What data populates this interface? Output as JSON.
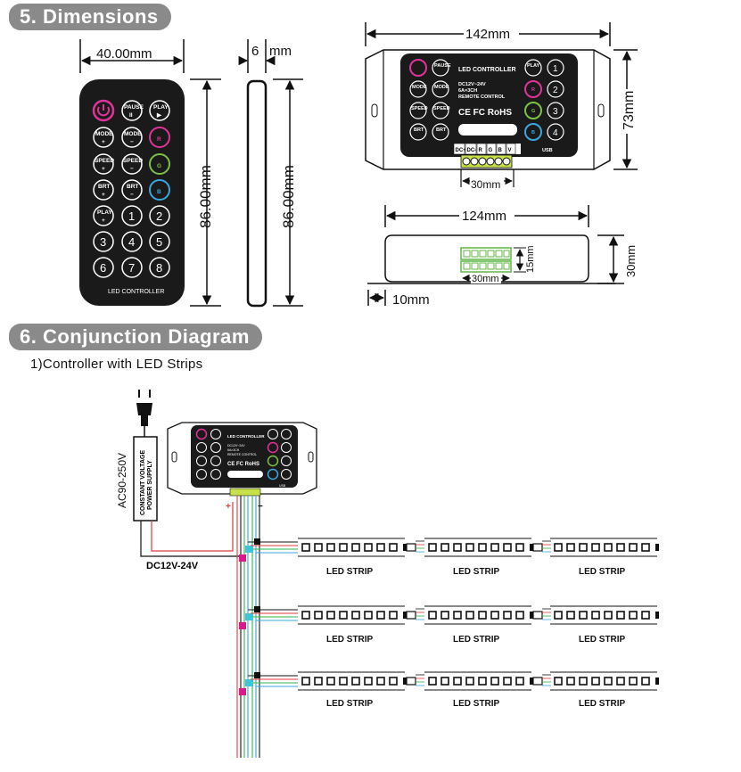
{
  "sections": {
    "dimensions_title": "5. Dimensions",
    "conjunction_title": "6. Conjunction Diagram",
    "conjunction_subtitle": "1)Controller with LED Strips"
  },
  "remote": {
    "width": "40.00mm",
    "height": "86.00mm",
    "side_depth": "6",
    "side_depth_unit": "mm",
    "side_height": "86.00mm",
    "label": "LED CONTROLLER",
    "buttons": {
      "pause": "PAUSE",
      "pause_sym": "II",
      "play": "PLAY",
      "play_sym": "▶",
      "mode": "MODE",
      "plus": "+",
      "minus": "−",
      "speed": "SPEED",
      "brt": "BRT",
      "r": "R",
      "g": "G",
      "b": "B",
      "nums": [
        "1",
        "2",
        "3",
        "4",
        "5",
        "6",
        "7",
        "8"
      ]
    }
  },
  "controller": {
    "width": "142mm",
    "height": "73mm",
    "terminal_width": "30mm",
    "title": "LED CONTROLLER",
    "spec1": "DC12V~24V",
    "spec2": "6A×3CH",
    "spec3": "REMOTE CONTROL",
    "cert": "CE FC RoHS",
    "usb": "USB",
    "terminals": [
      "DC+",
      "DC-",
      "R",
      "G",
      "B",
      "V"
    ]
  },
  "side_view": {
    "length": "124mm",
    "height": "30mm",
    "terminal_h": "15mm",
    "terminal_w": "30mm",
    "flange": "10mm"
  },
  "diagram": {
    "ac_label": "AC90-250V",
    "psu_line1": "CONSTANT VOLTAGE",
    "psu_line2": "POWER SUPPLY",
    "dc_label": "DC12V-24V",
    "plus": "+",
    "minus": "−",
    "strip_label": "LED STRIP",
    "rows": 3,
    "strips_per_row": 3
  },
  "colors": {
    "pill": "#8a8a8a",
    "red": "#e23a3a",
    "green": "#34b34a",
    "blue": "#3aa7df",
    "magenta": "#d81b8c",
    "cyan": "#3ec6d8"
  }
}
